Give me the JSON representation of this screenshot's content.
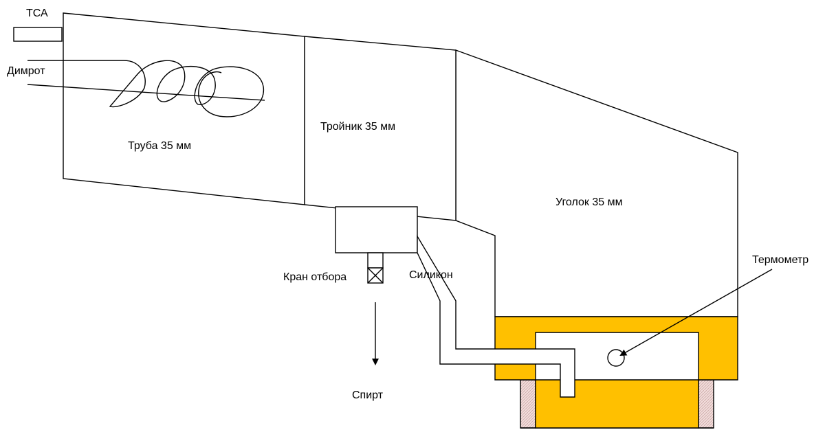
{
  "labels": {
    "tsa": "ТСА",
    "dimrot": "Димрот",
    "pipe": "Труба 35 мм",
    "tee": "Тройник 35 мм",
    "elbow": "Уголок 35 мм",
    "valve": "Кран отбора",
    "silicone": "Силикон",
    "thermometer": "Термометр",
    "alcohol": "Спирт"
  },
  "colors": {
    "lines": "#000000",
    "housing_fill": "#FFC000",
    "support_fill": "#F2DCDB",
    "background": "#FFFFFF"
  }
}
